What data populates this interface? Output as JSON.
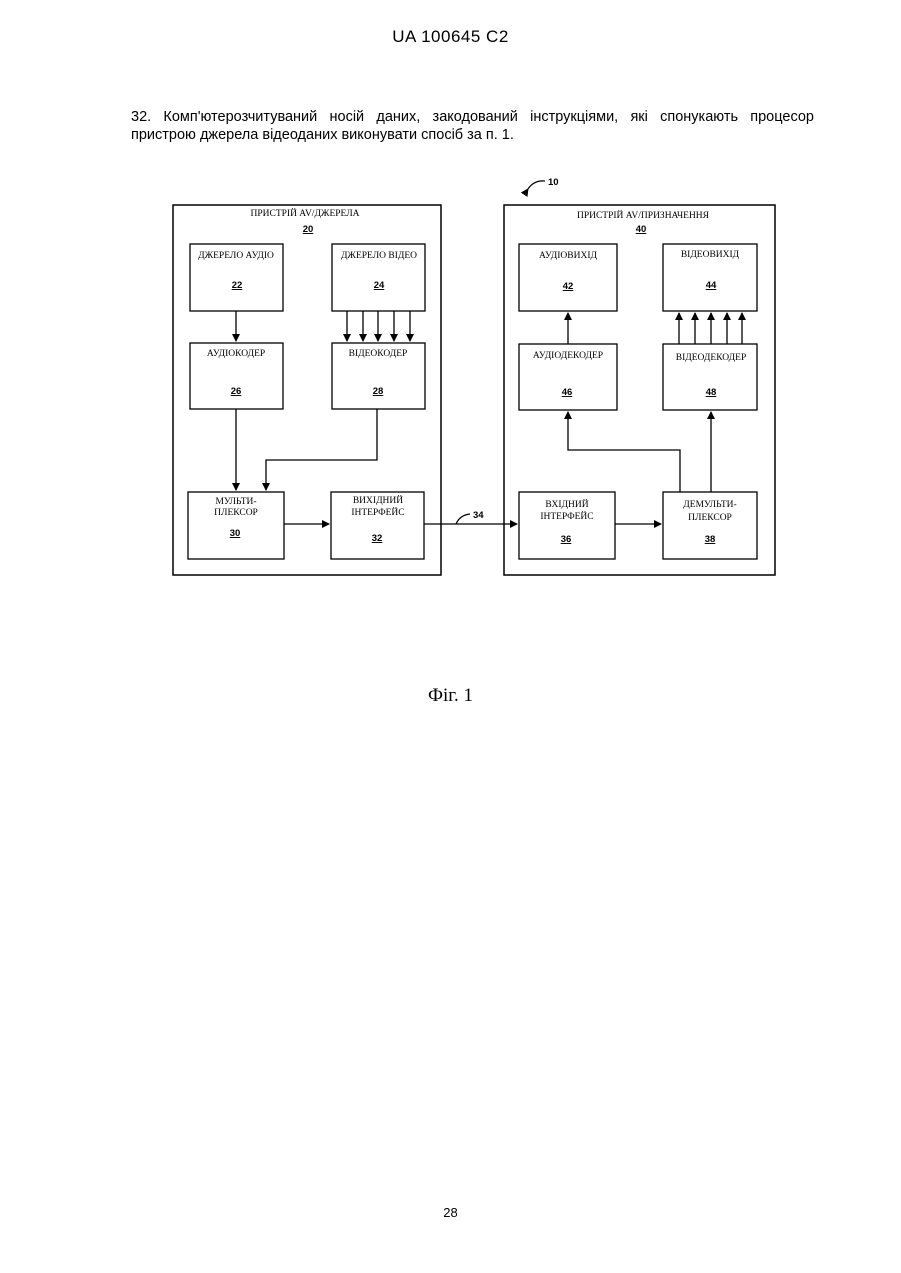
{
  "header": {
    "patent_id": "UA   100645   C2"
  },
  "claim": {
    "text": "32. Комп'ютерозчитуваний носій даних, закодований інструкціями, які спонукають процесор пристрою джерела відеоданих виконувати спосіб за п. 1."
  },
  "diagram": {
    "system_ref": "10",
    "link_ref": "34",
    "source_device": {
      "title": "ПРИСТРІЙ AV/ДЖЕРЕЛА",
      "num": "20"
    },
    "dest_device": {
      "title": "ПРИСТРІЙ AV/ПРИЗНАЧЕННЯ",
      "num": "40"
    },
    "blocks": {
      "audio_source": {
        "line1": "ДЖЕРЕЛО АУДІО",
        "line2": "",
        "num": "22"
      },
      "video_source": {
        "line1": "ДЖЕРЕЛО ВІДЕО",
        "line2": "",
        "num": "24"
      },
      "audio_encoder": {
        "line1": "АУДІОКОДЕР",
        "line2": "",
        "num": "26"
      },
      "video_encoder": {
        "line1": "ВІДЕОКОДЕР",
        "line2": "",
        "num": "28"
      },
      "multiplexer": {
        "line1": "МУЛЬТИ-",
        "line2": "ПЛЕКСОР",
        "num": "30"
      },
      "output_iface": {
        "line1": "ВИХІДНИЙ",
        "line2": "ІНТЕРФЕЙС",
        "num": "32"
      },
      "input_iface": {
        "line1": "ВХІДНИЙ",
        "line2": "ІНТЕРФЕЙС",
        "num": "36"
      },
      "demultiplexer": {
        "line1": "ДЕМУЛЬТИ-",
        "line2": "ПЛЕКСОР",
        "num": "38"
      },
      "audio_output": {
        "line1": "АУДІОВИХІД",
        "line2": "",
        "num": "42"
      },
      "video_output": {
        "line1": "ВІДЕОВИХІД",
        "line2": "",
        "num": "44"
      },
      "audio_decoder": {
        "line1": "АУДІОДЕКОДЕР",
        "line2": "",
        "num": "46"
      },
      "video_decoder": {
        "line1": "ВІДЕОДЕКОДЕР",
        "line2": "",
        "num": "48"
      }
    }
  },
  "caption": {
    "text": "Фіг. 1"
  },
  "footer": {
    "page_number": "28"
  }
}
